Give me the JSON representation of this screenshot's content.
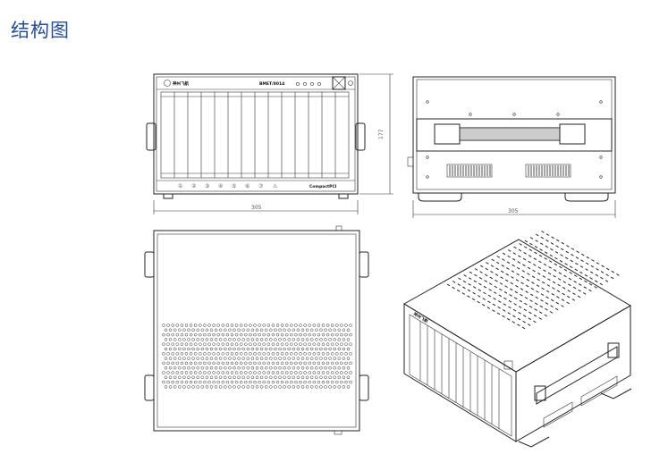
{
  "title": "结构图",
  "front_view": {
    "brand": "神州飞航",
    "model": "BMET/8014",
    "footer_label": "CompactPCI",
    "slot_numbers": [
      "①",
      "②",
      "③",
      "④",
      "⑤",
      "⑥",
      "⑦",
      "⚠"
    ],
    "width_dim": "305",
    "height_dim": "177"
  },
  "rear_view": {
    "width_dim": "305"
  },
  "iso_view": {
    "brand": "神州飞航"
  }
}
